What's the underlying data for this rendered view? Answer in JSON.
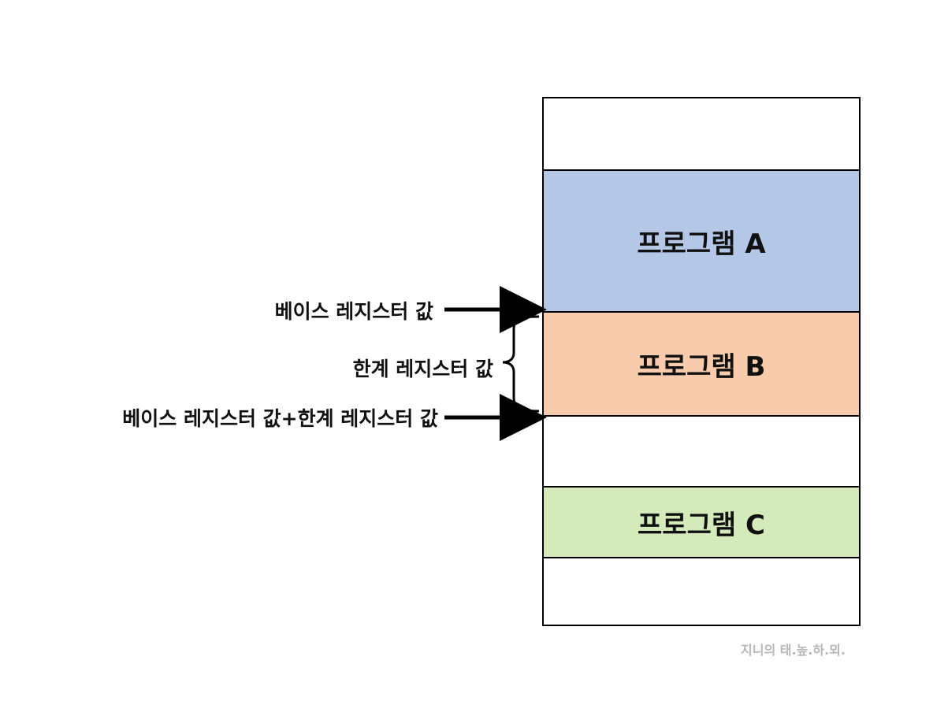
{
  "memory": {
    "segments": [
      {
        "label": "",
        "color": "#ffffff"
      },
      {
        "label": "프로그램 A",
        "color": "#b4c7e7"
      },
      {
        "label": "프로그램 B",
        "color": "#f8cbad"
      },
      {
        "label": "",
        "color": "#ffffff"
      },
      {
        "label": "프로그램 C",
        "color": "#d5eabb"
      },
      {
        "label": "",
        "color": "#ffffff"
      }
    ]
  },
  "annotations": {
    "base_label": "베이스 레지스터 값",
    "limit_label": "한계 레지스터 값",
    "base_plus_limit_label": "베이스 레지스터 값+한계 레지스터 값"
  },
  "watermark": "지니의 태.높.하.뫼."
}
